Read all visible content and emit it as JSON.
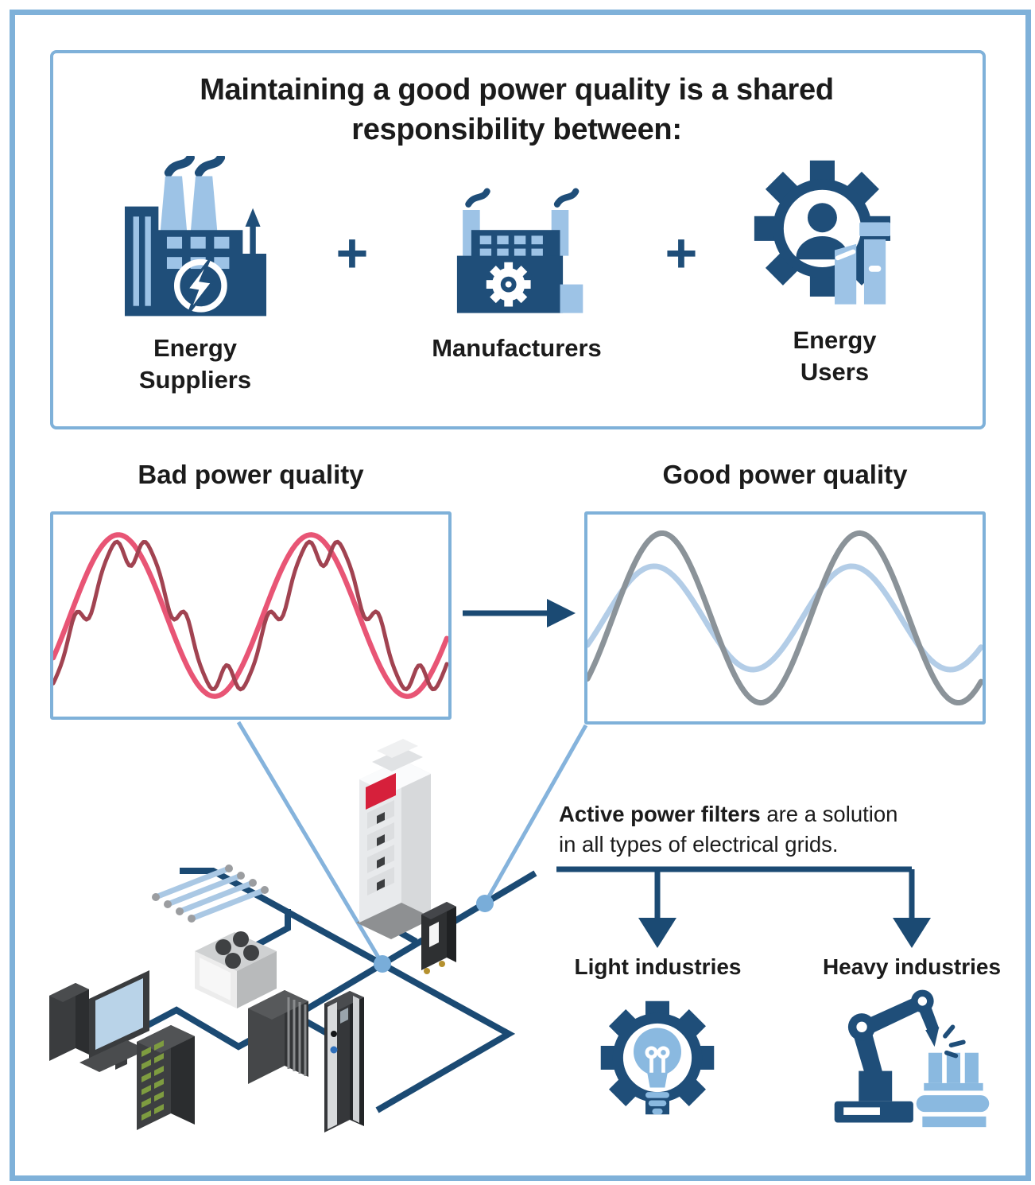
{
  "colors": {
    "border_blue": "#7fb1d9",
    "navy": "#1f4e79",
    "line_navy": "#1b4a73",
    "light_blue": "#9dc3e6",
    "connector_blue": "#85b3dc",
    "dot_blue": "#79add9",
    "filter_red": "#d6203b",
    "text": "#1b1b1b"
  },
  "header": {
    "title_line1": "Maintaining a good power quality is a shared",
    "title_line2": "responsibility between:",
    "plus": "+",
    "entities": [
      {
        "label": "Energy Suppliers",
        "icon": "factory-lightning-icon"
      },
      {
        "label": "Manufacturers",
        "icon": "factory-gear-icon"
      },
      {
        "label": "Energy Users",
        "icon": "gear-person-icon"
      }
    ]
  },
  "waveforms": {
    "bad": {
      "heading": "Bad power quality",
      "series": [
        {
          "name": "fundamental-wave",
          "color": "#e85575",
          "width": 6.5,
          "amp": 0.8,
          "cycles": 2.05,
          "phase": -0.55
        },
        {
          "name": "distorted-wave",
          "color": "#a14351",
          "width": 5,
          "amp": 0.68,
          "cycles": 2.05,
          "phase": -0.95,
          "harm5": -0.22,
          "harm9": -0.06
        }
      ]
    },
    "good": {
      "heading": "Good power quality",
      "series": [
        {
          "name": "current-wave",
          "color": "#b3cde7",
          "width": 7,
          "amp": 0.5,
          "cycles": 2,
          "phase": -0.55
        },
        {
          "name": "voltage-wave",
          "color": "#8b9399",
          "width": 7,
          "amp": 0.82,
          "cycles": 2,
          "phase": -0.8
        }
      ]
    }
  },
  "solution": {
    "text_bold": "Active power filters",
    "text_rest": " are a solution",
    "text_line2": "in all types of electrical grids.",
    "branches": [
      {
        "label": "Light industries",
        "icon": "gear-lightbulb-icon"
      },
      {
        "label": "Heavy industries",
        "icon": "robot-arm-icon"
      }
    ]
  },
  "grid_illustration": {
    "description": "Electrical grid with connected loads and an active power filter",
    "devices": [
      "fluorescent-tubes",
      "hvac-unit",
      "desktop-computer",
      "led-server-rack",
      "electrical-cabinet",
      "ev-charger",
      "active-power-filter-cabinet",
      "current-sensor"
    ]
  }
}
